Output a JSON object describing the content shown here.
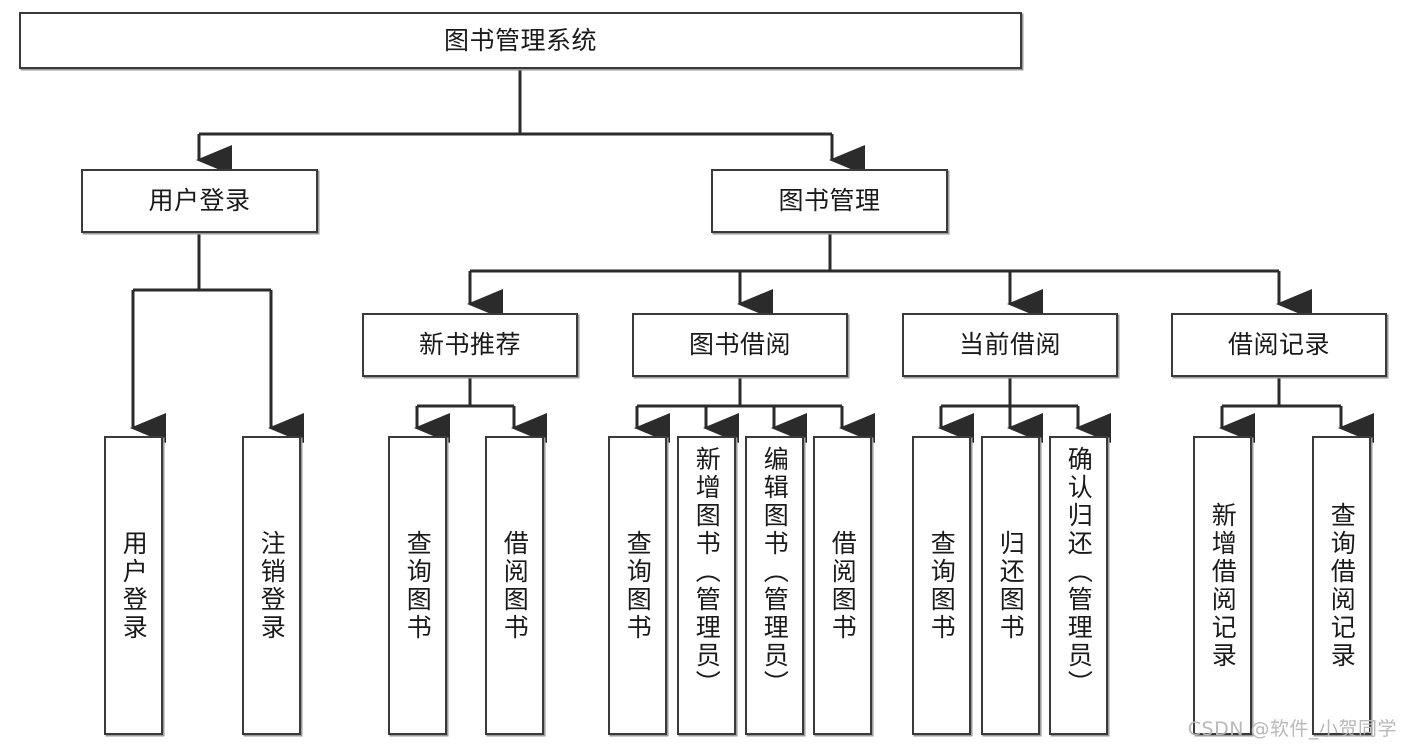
{
  "diagram": {
    "title": "图书管理系统",
    "type": "tree",
    "colors": {
      "box_border": "#3a3a3a",
      "box_fill": "#ffffff",
      "box_shadow": "#9a9a9a",
      "edge": "#2b2b2b",
      "text": "#1a1a1a",
      "watermark": "#b9b9b9",
      "background": "#ffffff"
    },
    "watermark": "CSDN @软件_小贺同学",
    "nodes": {
      "root": {
        "label": "图书管理系统"
      },
      "level1": [
        {
          "id": "user-login",
          "label": "用户登录"
        },
        {
          "id": "book-manage",
          "label": "图书管理"
        }
      ],
      "level2": [
        {
          "id": "new-book-recommend",
          "label": "新书推荐"
        },
        {
          "id": "book-borrow",
          "label": "图书借阅"
        },
        {
          "id": "current-borrow",
          "label": "当前借阅"
        },
        {
          "id": "borrow-record",
          "label": "借阅记录"
        }
      ],
      "leaves": [
        {
          "id": "leaf-user-login",
          "label": "用户登录",
          "parent": "user-login"
        },
        {
          "id": "leaf-user-logout",
          "label": "注销登录",
          "parent": "user-login"
        },
        {
          "id": "leaf-query-book-1",
          "label": "查询图书",
          "parent": "new-book-recommend"
        },
        {
          "id": "leaf-borrow-book-1",
          "label": "借阅图书",
          "parent": "new-book-recommend"
        },
        {
          "id": "leaf-query-book-2",
          "label": "查询图书",
          "parent": "book-borrow"
        },
        {
          "id": "leaf-add-book",
          "label": "新增图书（管理员）",
          "parent": "book-borrow"
        },
        {
          "id": "leaf-edit-book",
          "label": "编辑图书（管理员）",
          "parent": "book-borrow"
        },
        {
          "id": "leaf-borrow-book-2",
          "label": "借阅图书",
          "parent": "book-borrow"
        },
        {
          "id": "leaf-query-book-3",
          "label": "查询图书",
          "parent": "current-borrow"
        },
        {
          "id": "leaf-return-book",
          "label": "归还图书",
          "parent": "current-borrow"
        },
        {
          "id": "leaf-confirm-return",
          "label": "确认归还（管理员）",
          "parent": "current-borrow"
        },
        {
          "id": "leaf-add-borrow-record",
          "label": "新增借阅记录",
          "parent": "borrow-record"
        },
        {
          "id": "leaf-query-borrow-record",
          "label": "查询借阅记录",
          "parent": "borrow-record"
        }
      ]
    }
  }
}
